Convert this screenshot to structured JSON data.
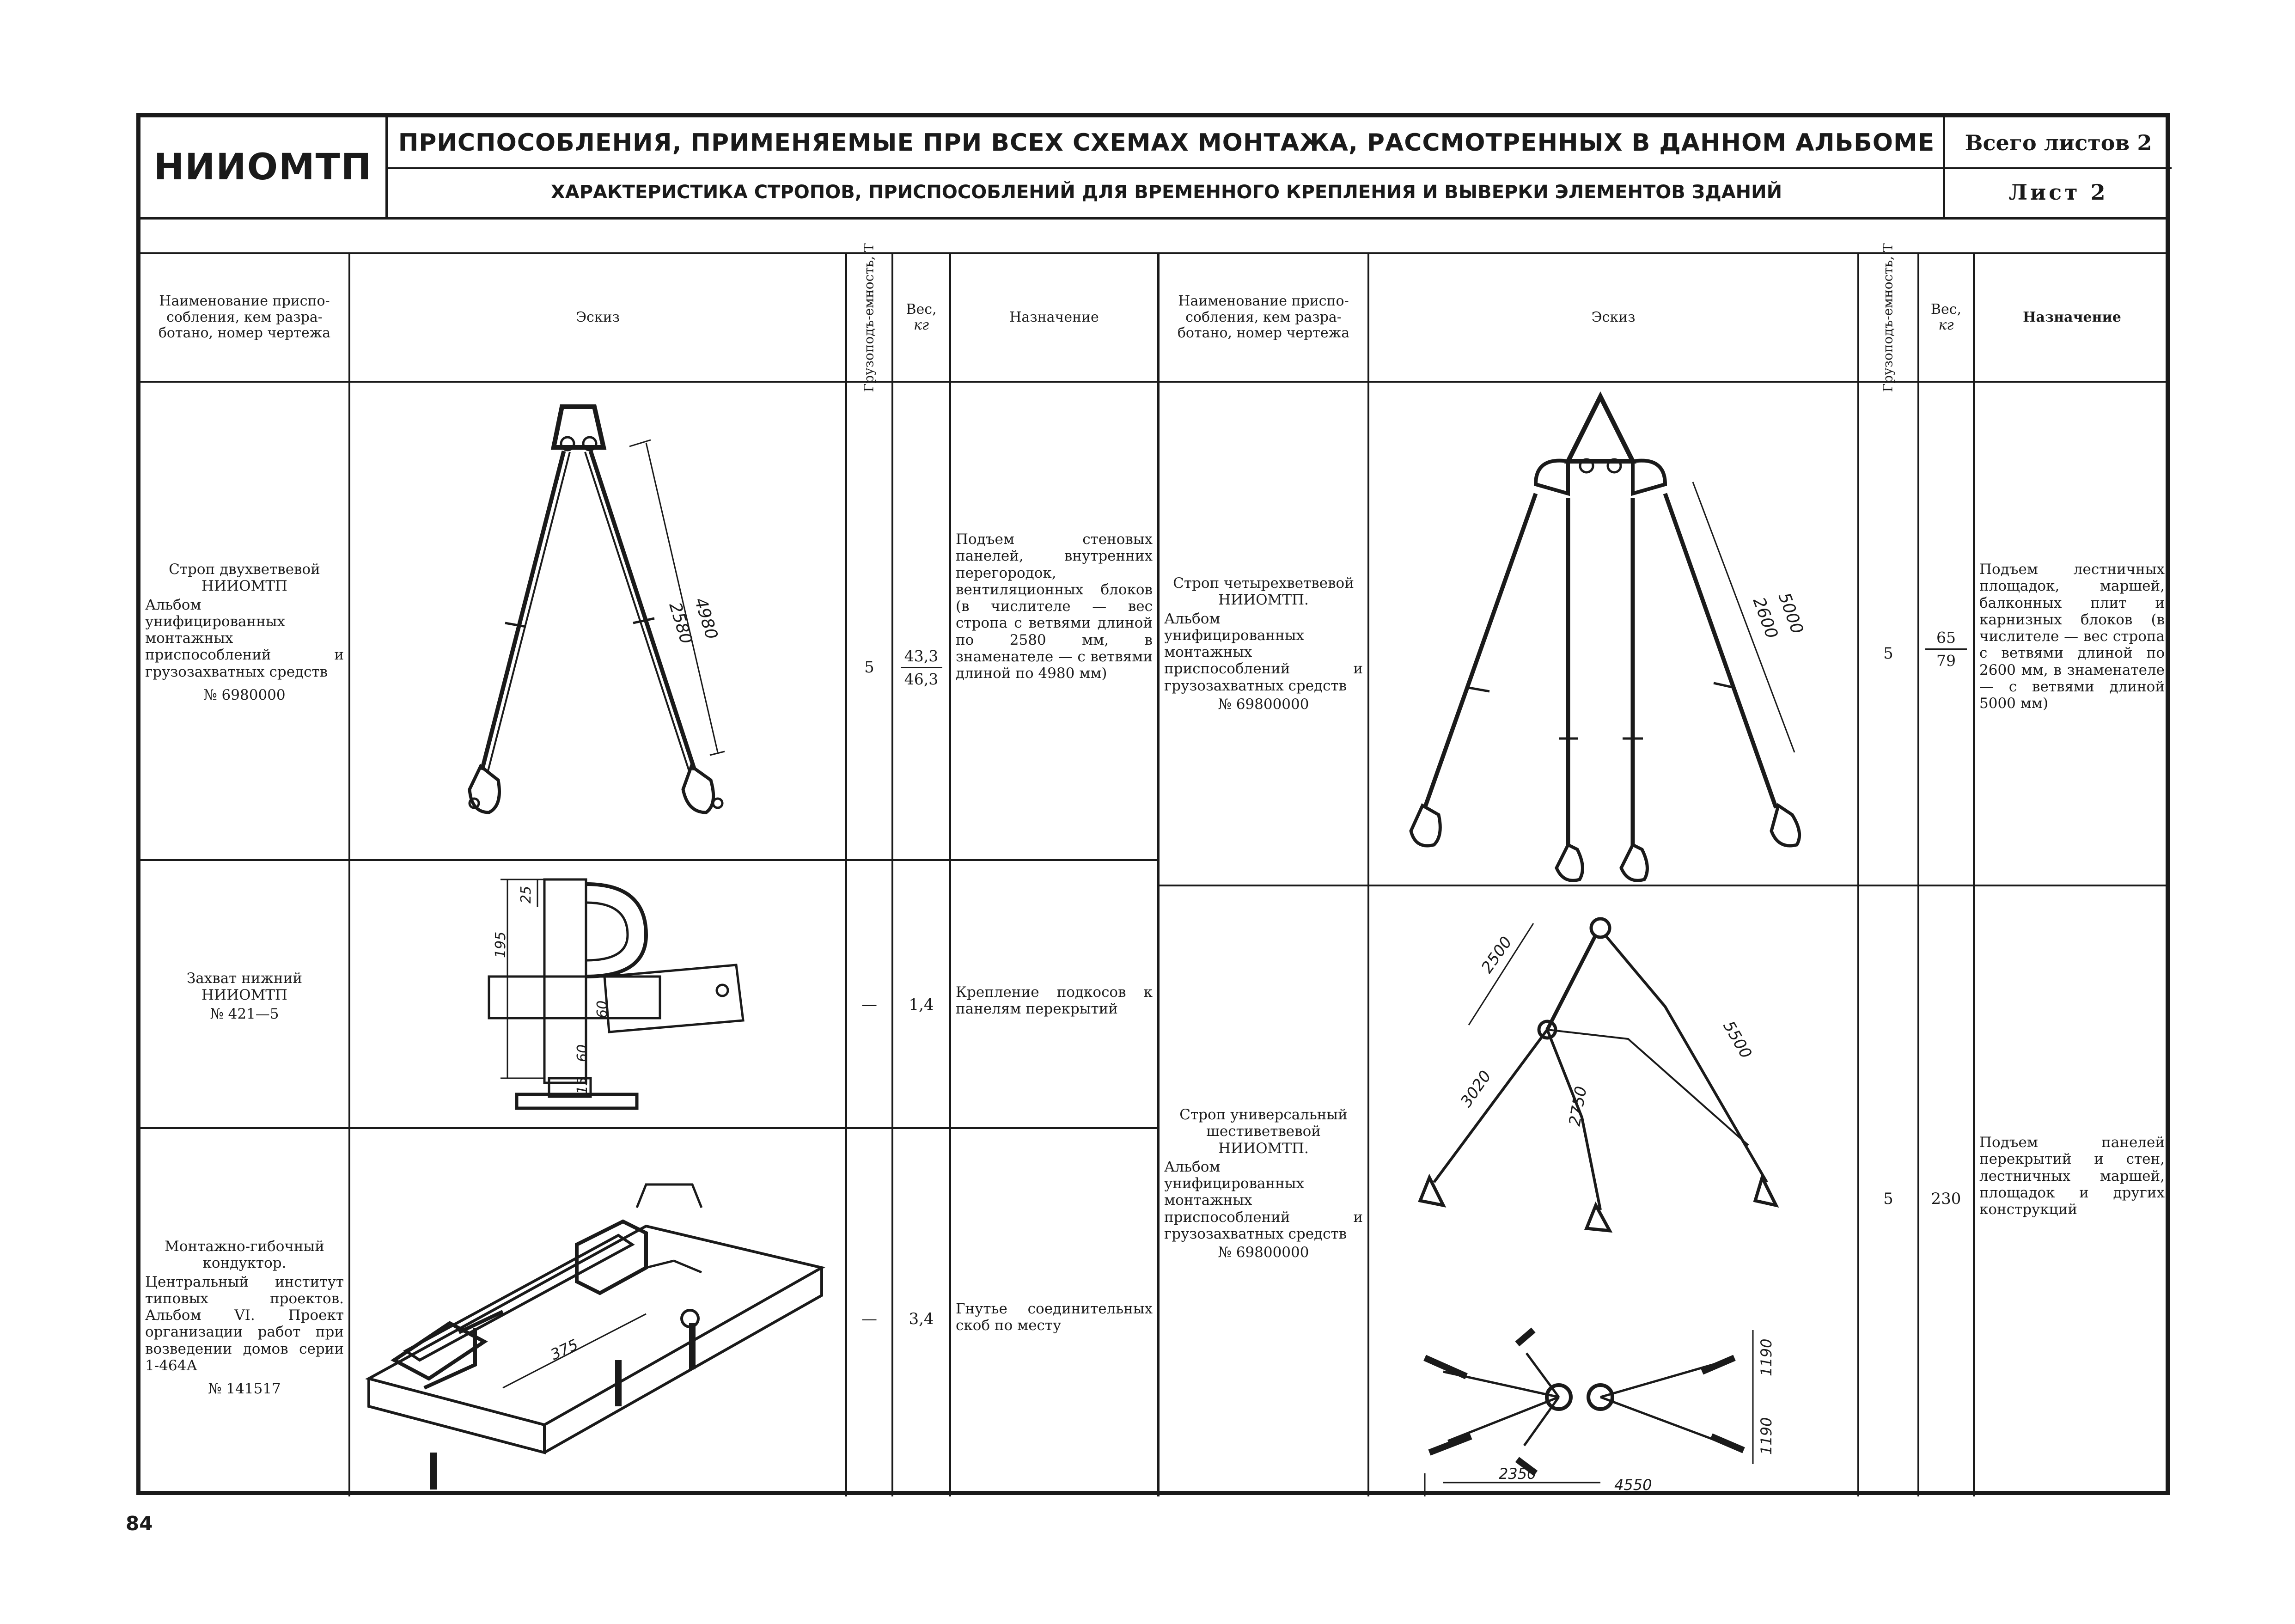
{
  "header": {
    "org": "НИИОМТП",
    "title": "ПРИСПОСОБЛЕНИЯ, ПРИМЕНЯЕМЫЕ ПРИ ВСЕХ СХЕМАХ МОНТАЖА, РАССМОТРЕННЫХ В ДАННОМ АЛЬБОМЕ",
    "subtitle": "ХАРАКТЕРИСТИКА СТРОПОВ, ПРИСПОСОБЛЕНИЙ ДЛЯ ВРЕМЕННОГО КРЕПЛЕНИЯ И ВЫВЕРКИ ЭЛЕМЕНТОВ ЗДАНИЙ",
    "total_sheets": "Всего листов 2",
    "sheet": "Лист 2"
  },
  "columns": {
    "name": "Наименование приспо-собления, кем разра-ботано, номер чертежа",
    "sketch": "Эскиз",
    "capacity": "Грузоподъ-емность, Т",
    "weight_line1": "Вес,",
    "weight_line2": "кг",
    "purpose": "Назначение"
  },
  "rows_left": [
    {
      "name": "Строп двухветвевой НИИОМТП",
      "source": "Альбом унифицированных монтажных приспособлений и грузозахватных средств",
      "number": "№ 6980000",
      "capacity": "5",
      "weight_top": "43,3",
      "weight_bottom": "46,3",
      "purpose": "Подъем стеновых панелей, внутренних перегородок, вентиляционных блоков (в числителе — вес стропа с ветвями длиной по 2580 мм, в знаменателе — с ветвями длиной по 4980 мм)"
    },
    {
      "name": "Захват нижний НИИОМТП",
      "number": "№ 421—5",
      "capacity": "—",
      "weight": "1,4",
      "purpose": "Крепление подкосов к панелям перекрытий"
    },
    {
      "name": "Монтажно-гибочный кондуктор.",
      "source": "Центральный институт типовых проектов. Альбом VI. Проект организации работ при возведении домов серии 1-464А",
      "number": "№ 141517",
      "capacity": "—",
      "weight": "3,4",
      "purpose": "Гнутье соединительных скоб по месту"
    }
  ],
  "rows_right": [
    {
      "name": "Строп четырехветвевой НИИОМТП.",
      "source": "Альбом унифицированных монтажных приспособлений и грузозахватных средств",
      "number": "№ 69800000",
      "capacity": "5",
      "weight_top": "65",
      "weight_bottom": "79",
      "purpose": "Подъем лестничных площадок, маршей, балконных плит и карнизных блоков (в числителе — вес стропа с ветвями длиной по 2600 мм, в знаменателе — с ветвями длиной 5000 мм)"
    },
    {
      "name": "Строп универсальный шестиветвевой НИИОМТП.",
      "source": "Альбом унифицированных монтажных приспособлений и грузозахватных средств",
      "number": "№ 69800000",
      "capacity": "5",
      "weight": "230",
      "purpose": "Подъем панелей перекрытий и стен, лестничных маршей, площадок и других конструкций"
    }
  ],
  "dims": {
    "sling2_a": "2580",
    "sling2_b": "4980",
    "sling4_a": "2600",
    "sling4_b": "5000",
    "grip_a": "25",
    "grip_b": "195",
    "grip_c": "60",
    "grip_d": "60",
    "grip_e": "15",
    "jig_a": "375",
    "sling6_a": "2500",
    "sling6_b": "5500",
    "sling6_c": "3020",
    "sling6_d": "2750",
    "sling6_e": "1190",
    "sling6_f": "1190",
    "sling6_g": "2350",
    "sling6_h": "4550"
  },
  "footer": {
    "page": "84"
  }
}
